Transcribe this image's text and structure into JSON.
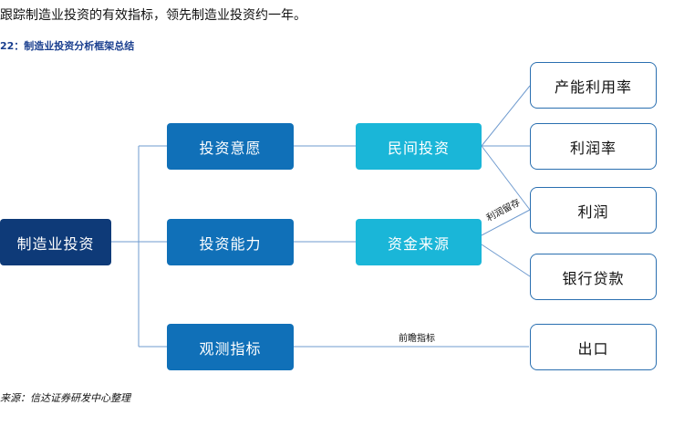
{
  "intro_text": "跟踪制造业投资的有效指标，领先制造业投资约一年。",
  "figure_title": "22：制造业投资分析框架总结",
  "source": "来源：信达证券研发中心整理",
  "nodes": {
    "root": "制造业投资",
    "willingness": "投资意愿",
    "capacity": "投资能力",
    "observation": "观测指标",
    "private_investment": "民间投资",
    "funding_source": "资金来源",
    "capacity_utilization": "产能利用率",
    "profit_rate": "利润率",
    "profit": "利润",
    "bank_loans": "银行贷款",
    "exports": "出口"
  },
  "edge_labels": {
    "retained_profit": "利润留存",
    "leading_indicator": "前瞻指标"
  },
  "colors": {
    "dark_navy": "#0e3a78",
    "mid_blue": "#1070b8",
    "light_cyan": "#1ab6d8",
    "outline_blue": "#2a6fb0",
    "line": "#6f9bcf"
  }
}
